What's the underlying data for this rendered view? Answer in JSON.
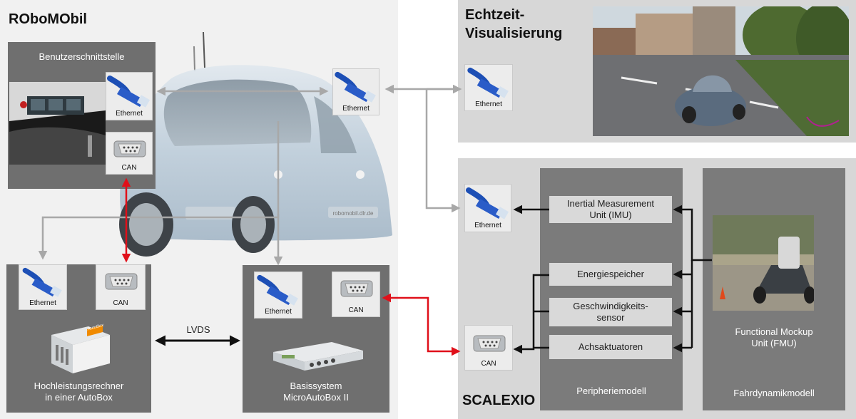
{
  "robomobil": {
    "title": "ROboMObil",
    "ui_box": {
      "title": "Benutzerschnittstelle",
      "eth_label": "Ethernet",
      "can_label": "CAN"
    },
    "center_eth_label": "Ethernet",
    "car_plate": "robomobil.dlr.de",
    "autobox": {
      "eth_label": "Ethernet",
      "can_label": "CAN",
      "caption_line1": "Hochleistungsrechner",
      "caption_line2": "in einer AutoBox",
      "device_label": "AutoBox"
    },
    "lvds_label": "LVDS",
    "microautobox": {
      "eth_label": "Ethernet",
      "can_label": "CAN",
      "caption_line1": "Basissystem",
      "caption_line2": "MicroAutoBox II"
    }
  },
  "visualisierung": {
    "title_line1": "Echtzeit-",
    "title_line2": "Visualisierung",
    "eth_label": "Ethernet"
  },
  "scalexio": {
    "title": "SCALEXIO",
    "eth_label": "Ethernet",
    "can_label": "CAN",
    "peripherie": {
      "caption": "Peripheriemodell",
      "imu_line1": "Inertial Measurement",
      "imu_line2": "Unit (IMU)",
      "energie": "Energiespeicher",
      "geschw_line1": "Geschwindigkeits-",
      "geschw_line2": "sensor",
      "achs": "Achsaktuatoren"
    },
    "fahrdynamik": {
      "caption": "Fahrdynamikmodell",
      "fmu_line1": "Functional Mockup",
      "fmu_line2": "Unit (FMU)"
    }
  },
  "colors": {
    "red_link": "#e0101a",
    "black_link": "#111111",
    "grey_link": "#a8a8a8"
  }
}
